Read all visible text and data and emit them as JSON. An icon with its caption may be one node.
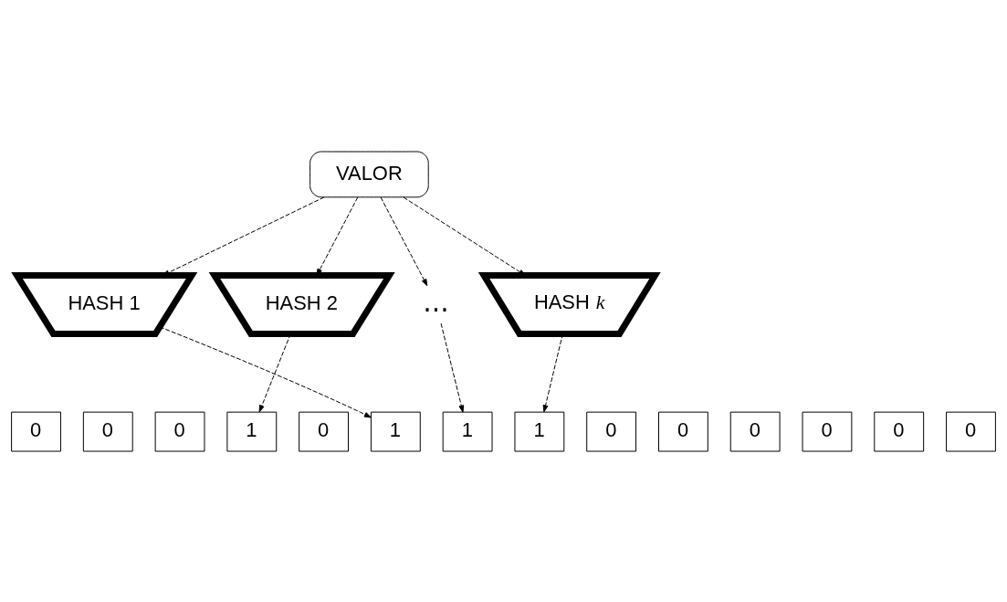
{
  "diagram": {
    "nodes": [
      {
        "text": [
          "VALOR"
        ]
      },
      {
        "text": [
          "HASH 1"
        ]
      },
      {
        "text": [
          "HASH 2"
        ]
      },
      {
        "text": [
          "..."
        ]
      },
      {
        "text": [
          "HASH *k*"
        ]
      },
      {
        "text": [
          "0"
        ]
      },
      {
        "text": [
          "0"
        ]
      },
      {
        "text": [
          "0"
        ]
      },
      {
        "text": [
          "1"
        ]
      },
      {
        "text": [
          "0"
        ]
      },
      {
        "text": [
          "1"
        ]
      },
      {
        "text": [
          "1"
        ]
      },
      {
        "text": [
          "1"
        ]
      },
      {
        "text": [
          "0"
        ]
      },
      {
        "text": [
          "0"
        ]
      },
      {
        "text": [
          "0"
        ]
      },
      {
        "text": [
          "0"
        ]
      },
      {
        "text": [
          "0"
        ]
      },
      {
        "text": [
          "0"
        ]
      }
    ],
    "edges": [
      {
        "from": 0,
        "to": 1,
        "arrow": "to",
        "style": "dashed"
      },
      {
        "from": 0,
        "to": 2,
        "arrow": "to",
        "style": "dashed"
      },
      {
        "from": 0,
        "to": 3,
        "arrow": "to",
        "style": "dashed"
      },
      {
        "from": 0,
        "to": 4,
        "arrow": "to",
        "style": "dashed"
      },
      {
        "from": 1,
        "to": 10,
        "arrow": "to",
        "style": "dashed"
      },
      {
        "from": 2,
        "to": 8,
        "arrow": "to",
        "style": "dashed"
      },
      {
        "from": 3,
        "to": 11,
        "arrow": "to",
        "style": "dashed"
      },
      {
        "from": 4,
        "to": 12,
        "arrow": "to",
        "style": "dashed"
      }
    ]
  }
}
